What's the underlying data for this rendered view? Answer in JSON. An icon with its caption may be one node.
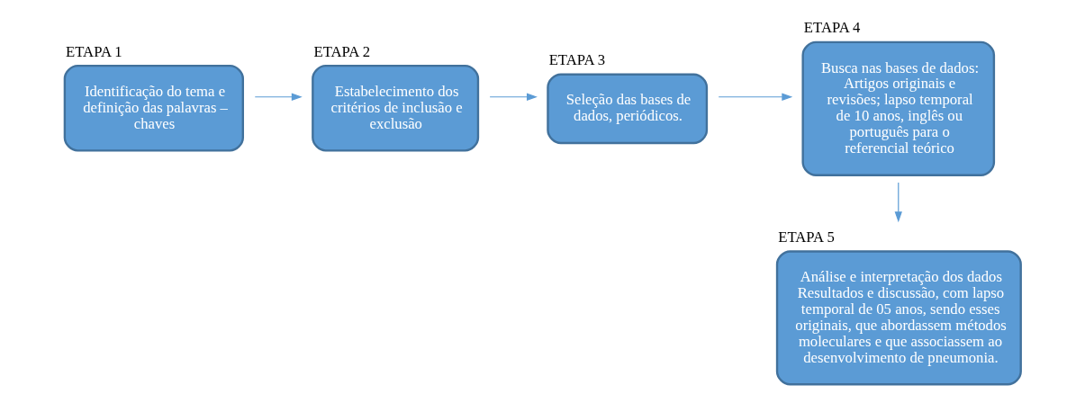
{
  "diagram": {
    "nodes": [
      {
        "text": [
          "ETAPA 1",
          "Identificação do tema e definição das palavras – chaves"
        ]
      },
      {
        "text": [
          "ETAPA 2",
          "Estabelecimento dos critérios de inclusão e exclusão"
        ]
      },
      {
        "text": [
          "ETAPA 3",
          "Seleção das bases de dados, periódicos."
        ]
      },
      {
        "text": [
          "ETAPA 4",
          "Busca nas bases de dados: Artigos originais e revisões; lapso temporal de 10 anos, inglês ou português para o referencial teórico"
        ]
      },
      {
        "text": [
          "ETAPA 5",
          "Análise e interpretação dos dados Resultados e discussão, com lapso temporal de 05 anos, sendo esses originais, que abordassem métodos moleculares e que associassem ao desenvolvimento de pneumonia."
        ]
      }
    ],
    "edges": [
      {
        "from": 0,
        "to": 1,
        "arrow": "to"
      },
      {
        "from": 1,
        "to": 2,
        "arrow": "to"
      },
      {
        "from": 2,
        "to": 3,
        "arrow": "to"
      },
      {
        "from": 3,
        "to": 4,
        "arrow": "to"
      }
    ]
  }
}
